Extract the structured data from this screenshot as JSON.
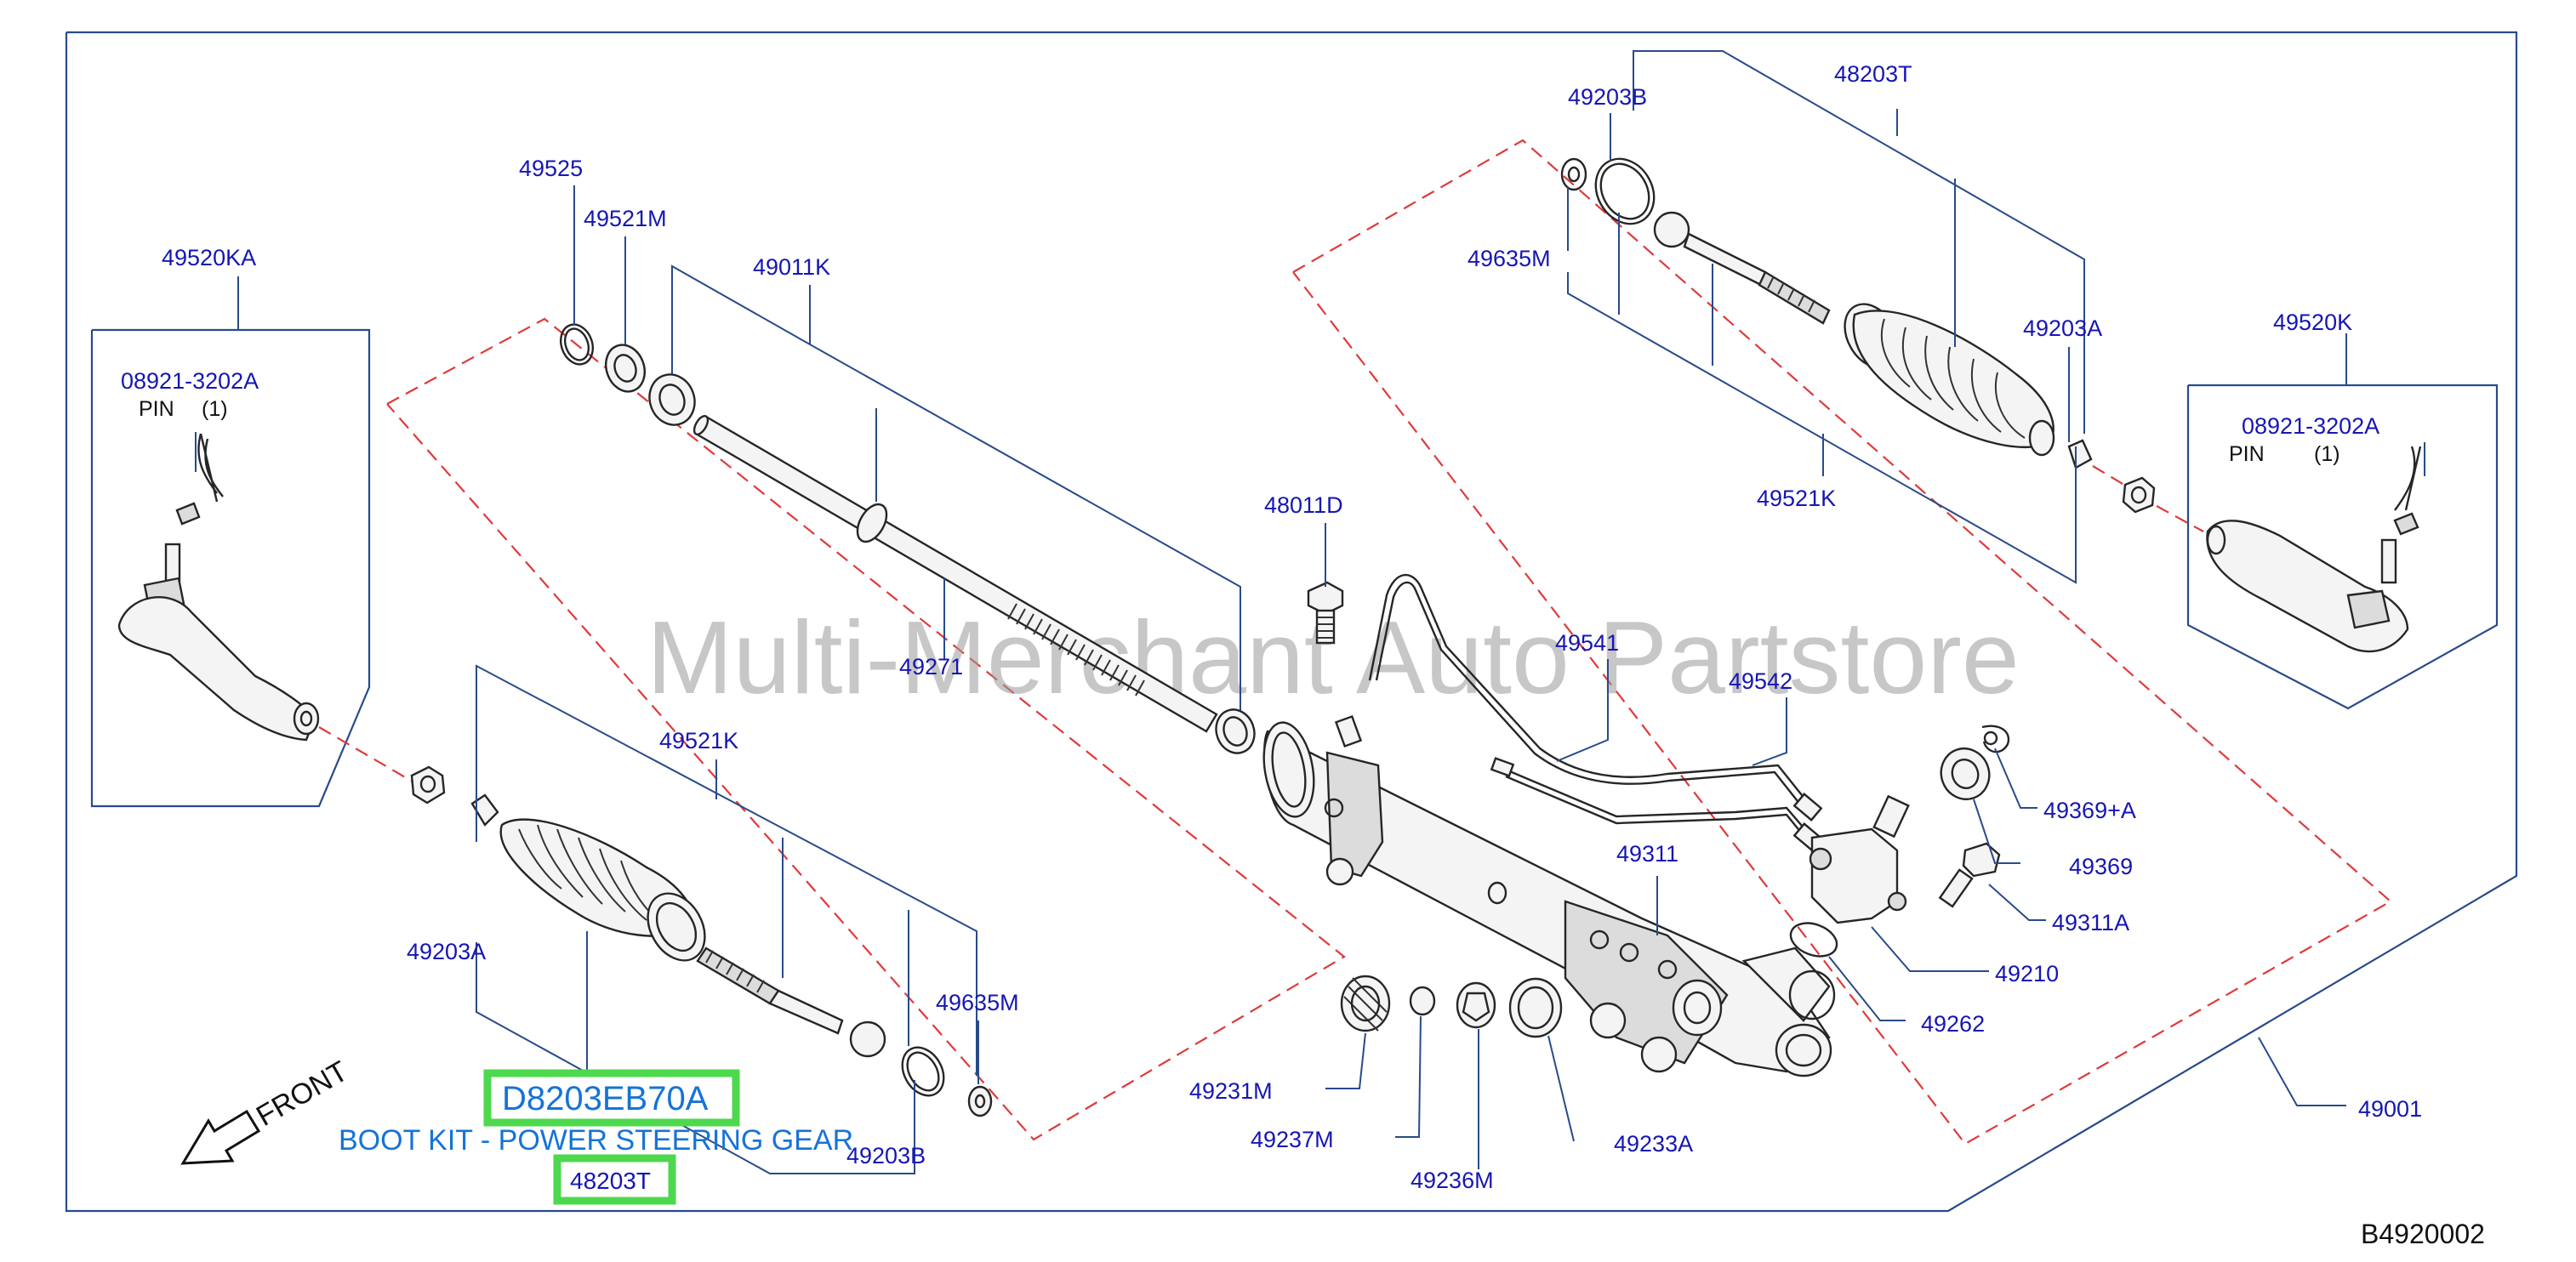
{
  "watermark": "Multi-Merchant Auto Partstore",
  "figure_number": "B4920002",
  "front_label": "FRONT",
  "callouts": {
    "p49520KA": "49520KA",
    "p08921_left": "08921-3202A",
    "pin_left": "PIN",
    "qty_left": "(1)",
    "p49525": "49525",
    "p49521M": "49521M",
    "p49011K": "49011K",
    "p49271": "49271",
    "p49521K_left": "49521K",
    "p49203A_left": "49203A",
    "p49635M_left": "49635M",
    "p49203B_left": "49203B",
    "p48011D": "48011D",
    "p49541": "49541",
    "p49542": "49542",
    "p49311": "49311",
    "p49231M": "49231M",
    "p49237M": "49237M",
    "p49236M": "49236M",
    "p49233A": "49233A",
    "p49369A": "49369+A",
    "p49369": "49369",
    "p49311A": "49311A",
    "p49210": "49210",
    "p49262": "49262",
    "p49001": "49001",
    "p48203T_top": "48203T",
    "p49203B_top": "49203B",
    "p49635M_top": "49635M",
    "p49203A_right": "49203A",
    "p49521K_right": "49521K",
    "p49520K": "49520K",
    "p08921_right": "08921-3202A",
    "pin_right": "PIN",
    "qty_right": "(1)"
  },
  "highlight": {
    "code": "D8203EB70A",
    "description": "BOOT KIT - POWER STEERING GEAR",
    "part_ref": "48203T",
    "border_color": "#4ed84e",
    "text_color": "#1673d6"
  },
  "colors": {
    "callout_text": "#1616b4",
    "leader_lines": "#284b8a",
    "dashed_boundary": "#e03a3a"
  }
}
